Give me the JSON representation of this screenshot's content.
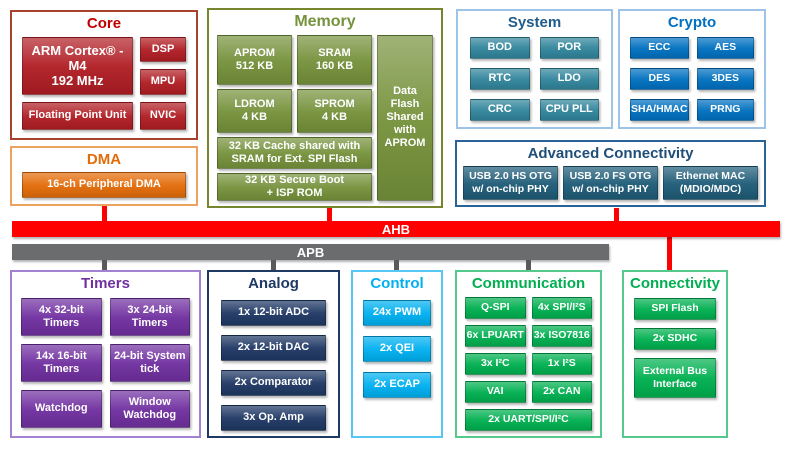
{
  "colors": {
    "core": "#B01E24",
    "core_border": "#A5432F",
    "core_title": "#C00000",
    "dma": "#E36C0A",
    "dma_border": "#ECA35F",
    "dma_title": "#E36C0A",
    "memory": "#76923C",
    "memory_border": "#75862F",
    "memory_title": "#76923C",
    "ltblue_border": "#9DC3E6",
    "system_box": "#31859C",
    "system_title": "#1F5C8B",
    "crypto_box": "#0070C0",
    "crypto_title": "#0070C0",
    "advconn_box": "#1F5C78",
    "advconn_border": "#2A6496",
    "advconn_title": "#1F4E79",
    "ahb": "#FF0000",
    "apb": "#6A6C6E",
    "connector_gray": "#595959",
    "timers_box": "#7030A0",
    "timers_border": "#A382D1",
    "timers_title": "#7030A0",
    "analog": "#1F3864",
    "control_box": "#00B0F0",
    "control_border": "#55C7F2",
    "control_title": "#00B0F0",
    "green_box": "#00B050",
    "green_border": "#55C98B",
    "green_title": "#00B050"
  },
  "buses": {
    "ahb": "AHB",
    "apb": "APB"
  },
  "blocks": {
    "core": {
      "title": "Core",
      "cpu": "ARM Cortex® -M4\n192 MHz",
      "dsp": "DSP",
      "mpu": "MPU",
      "fpu": "Floating Point Unit",
      "nvic": "NVIC"
    },
    "dma": {
      "title": "DMA",
      "pdma": "16-ch Peripheral DMA"
    },
    "memory": {
      "title": "Memory",
      "aprom": "APROM\n512 KB",
      "sram": "SRAM\n160 KB",
      "ldrom": "LDROM\n4 KB",
      "sprom": "SPROM\n4 KB",
      "cache": "32 KB Cache shared with\nSRAM for  Ext. SPI Flash",
      "boot": "32 KB Secure Boot\n+ ISP ROM",
      "dataflash": "Data\nFlash\nShared\nwith\nAPROM"
    },
    "system": {
      "title": "System",
      "items": [
        "BOD",
        "POR",
        "RTC",
        "LDO",
        "CRC",
        "CPU PLL"
      ]
    },
    "crypto": {
      "title": "Crypto",
      "items": [
        "ECC",
        "AES",
        "DES",
        "3DES",
        "SHA/HMAC",
        "PRNG"
      ]
    },
    "advanced_connectivity": {
      "title": "Advanced Connectivity",
      "items": [
        "USB 2.0 HS OTG\nw/ on-chip PHY",
        "USB 2.0 FS OTG\nw/ on-chip PHY",
        "Ethernet MAC\n(MDIO/MDC)"
      ]
    },
    "timers": {
      "title": "Timers",
      "items": [
        "4x 32-bit\nTimers",
        "3x 24-bit\nTimers",
        "14x 16-bit\nTimers",
        "24-bit System\ntick",
        "Watchdog",
        "Window\nWatchdog"
      ]
    },
    "analog": {
      "title": "Analog",
      "items": [
        "1x 12-bit ADC",
        "2x 12-bit DAC",
        "2x Comparator",
        "3x Op. Amp"
      ]
    },
    "control": {
      "title": "Control",
      "items": [
        "24x PWM",
        "2x QEI",
        "2x ECAP"
      ]
    },
    "communication": {
      "title": "Communication",
      "items": [
        "Q-SPI",
        "4x SPI/I²S",
        "6x LPUART",
        "3x ISO7816",
        "3x I²C",
        "1x I²S",
        "VAI",
        "2x CAN",
        "2x UART/SPI/I²C"
      ]
    },
    "connectivity": {
      "title": "Connectivity",
      "items": [
        "SPI Flash",
        "2x SDHC",
        "External Bus\nInterface"
      ]
    }
  }
}
